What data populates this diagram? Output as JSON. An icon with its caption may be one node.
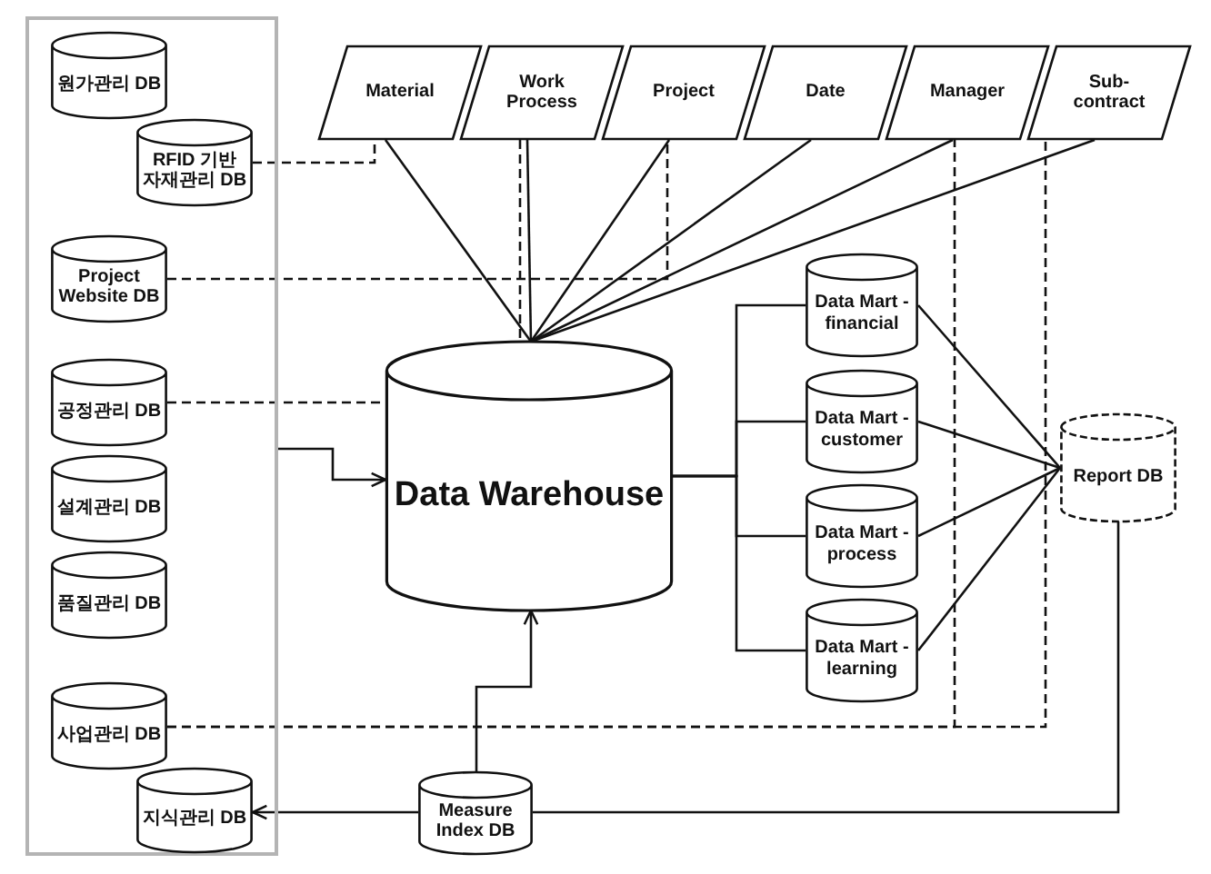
{
  "diagram": {
    "nodes": [
      {
        "text": [],
        "shape": "box"
      },
      {
        "text": [
          "원가관리 DB"
        ],
        "in": 0
      },
      {
        "text": [
          "RFID 기반 자재관리 DB"
        ],
        "in": 0
      },
      {
        "text": [
          "Project Website DB"
        ],
        "in": 0
      },
      {
        "text": [
          "공정관리 DB"
        ],
        "in": 0
      },
      {
        "text": [
          "설계관리 DB"
        ],
        "in": 0
      },
      {
        "text": [
          "품질관리 DB"
        ],
        "in": 0
      },
      {
        "text": [
          "사업관리 DB"
        ],
        "in": 0
      },
      {
        "text": [
          "지식관리 DB"
        ],
        "in": 0
      },
      {
        "text": [
          "Material"
        ]
      },
      {
        "text": [
          "Work Process"
        ]
      },
      {
        "text": [
          "Project"
        ]
      },
      {
        "text": [
          "Date"
        ]
      },
      {
        "text": [
          "Manager"
        ]
      },
      {
        "text": [
          "Sub- contract"
        ]
      },
      {
        "text": [
          "Data Warehouse"
        ]
      },
      {
        "text": [
          "Data Mart - financial"
        ]
      },
      {
        "text": [
          "Data Mart - customer"
        ]
      },
      {
        "text": [
          "Data Mart - process"
        ]
      },
      {
        "text": [
          "Data Mart - learning"
        ]
      },
      {
        "text": [
          "Report DB"
        ]
      },
      {
        "text": [
          "Measure Index DB"
        ]
      }
    ],
    "edges": [
      {
        "from": 9,
        "to": 15,
        "arrow": "none"
      },
      {
        "from": 10,
        "to": 15,
        "arrow": "none"
      },
      {
        "from": 11,
        "to": 15,
        "arrow": "none"
      },
      {
        "from": 12,
        "to": 15,
        "arrow": "none"
      },
      {
        "from": 13,
        "to": 15,
        "arrow": "none"
      },
      {
        "from": 14,
        "to": 15,
        "arrow": "none"
      },
      {
        "from": 2,
        "to": 9,
        "arrow": "none",
        "style": "dashed"
      },
      {
        "from": 10,
        "to": 15,
        "arrow": "none",
        "style": "dashed"
      },
      {
        "from": 3,
        "to": 11,
        "arrow": "none",
        "style": "dashed"
      },
      {
        "from": 4,
        "to": 15,
        "arrow": "none",
        "style": "dashed"
      },
      {
        "from": 7,
        "to": 13,
        "arrow": "none",
        "style": "dashed"
      },
      {
        "from": 7,
        "to": 14,
        "arrow": "none",
        "style": "dashed"
      },
      {
        "from": 0,
        "to": 15,
        "arrow": "to"
      },
      {
        "from": 15,
        "to": 16,
        "arrow": "none"
      },
      {
        "from": 15,
        "to": 17,
        "arrow": "none"
      },
      {
        "from": 15,
        "to": 18,
        "arrow": "none"
      },
      {
        "from": 15,
        "to": 19,
        "arrow": "none"
      },
      {
        "from": 16,
        "to": 20,
        "arrow": "none"
      },
      {
        "from": 17,
        "to": 20,
        "arrow": "none"
      },
      {
        "from": 18,
        "to": 20,
        "arrow": "none"
      },
      {
        "from": 19,
        "to": 20,
        "arrow": "none"
      },
      {
        "from": 20,
        "to": 21,
        "arrow": "none"
      },
      {
        "from": 21,
        "to": 15,
        "arrow": "to"
      },
      {
        "from": 21,
        "to": 8,
        "arrow": "to"
      }
    ]
  }
}
